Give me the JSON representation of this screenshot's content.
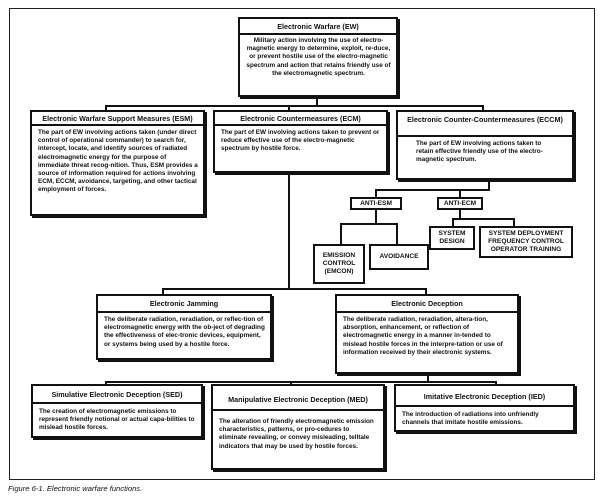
{
  "ew": {
    "title": "Electronic Warfare (EW)",
    "body": "Military action involving the use of electro-magnetic energy to determine, exploit, re-duce, or prevent hostile use of the electro-magnetic spectrum and action that retains friendly use of the electromagnetic spectrum."
  },
  "esm": {
    "title": "Electronic Warfare Support Measures (ESM)",
    "body": "The part of EW involving actions taken (under direct control of operational commander) to search for, intercept, locate, and identify sources of radiated electromagnetic energy for the purpose of immediate threat recog-nition. Thus, ESM provides a source of information required for actions involving ECM, ECCM, avoidance, targeting, and other tactical employment of forces."
  },
  "ecm": {
    "title": "Electronic Countermeasures (ECM)",
    "body": "The part of EW involving actions taken to prevent or reduce effective use of the electro-magnetic spectrum by hostile force."
  },
  "eccm": {
    "title": "Electronic Counter-Countermeasures (ECCM)",
    "body": "The part of EW involving actions taken to retain effective friendly use of the electro-magnetic spectrum."
  },
  "anti_esm": {
    "label": "ANTI-ESM"
  },
  "anti_ecm": {
    "label": "ANTI-ECM"
  },
  "emcon": {
    "label": "EMISSION CONTROL (EMCON)"
  },
  "avoidance": {
    "label": "AVOIDANCE"
  },
  "system_design": {
    "label": "SYSTEM DESIGN"
  },
  "deployment": {
    "label": "SYSTEM DEPLOYMENT FREQUENCY CONTROL OPERATOR TRAINING"
  },
  "jamming": {
    "title": "Electronic Jamming",
    "body": "The deliberate radiation, reradiation, or reflec-tion of electromagnetic energy with the ob-ject of degrading the effectiveness of elec-tronic devices, equipment, or systems being used by a hostile force."
  },
  "deception": {
    "title": "Electronic Deception",
    "body": "The deliberate radiation, reradiation, altera-tion, absorption, enhancement, or reflection of electromagnetic energy in a manner in-tended to mislead hostile forces in the interpre-tation or use of information received by their electronic systems."
  },
  "sed": {
    "title": "Simulative Electronic Deception (SED)",
    "body": "The creation of electromagnetic emissions to represent friendly notional or actual capa-bilities to mislead hostile forces."
  },
  "med": {
    "title": "Manipulative Electronic Deception (MED)",
    "body": "The alteration of friendly electromagnetic emission characteristics, patterns, or pro-cedures to eliminate revealing, or convey misleading, telltale indicators that may be used by hostile forces."
  },
  "ied": {
    "title": "Imitative Electronic Deception (IED)",
    "body": "The introduction of radiations into unfriendly channels that imitate hostile emissions."
  },
  "caption": "Figure 6-1.  Electronic warfare functions."
}
